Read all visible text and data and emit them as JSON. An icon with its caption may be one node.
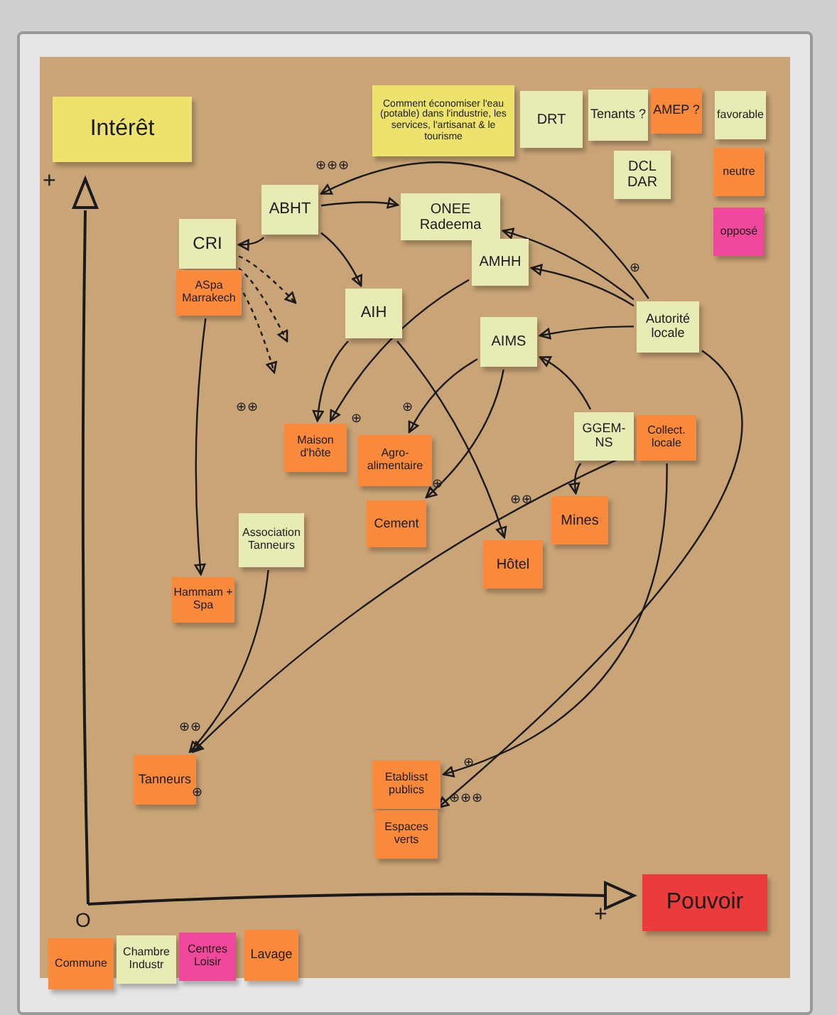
{
  "diagram": {
    "nodes": [
      {
        "text": [
          "Intérêt"
        ]
      },
      {
        "text": [
          "Comment économiser l'eau (potable) dans l'industrie, les services, l'artisanat & le tourisme"
        ]
      },
      {
        "text": [
          "DRT"
        ]
      },
      {
        "text": [
          "Tenants ?"
        ]
      },
      {
        "text": [
          "AMEP ?"
        ]
      },
      {
        "text": [
          "DCL DAR"
        ]
      },
      {
        "text": [
          "ABHT"
        ]
      },
      {
        "text": [
          "ONEE Radeema"
        ]
      },
      {
        "text": [
          "CRI"
        ]
      },
      {
        "text": [
          "ASpa Marrakech"
        ]
      },
      {
        "text": [
          "AMHH"
        ]
      },
      {
        "text": [
          "AIH"
        ]
      },
      {
        "text": [
          "Autorité locale"
        ]
      },
      {
        "text": [
          "AIMS"
        ]
      },
      {
        "text": [
          "GGEM-NS"
        ]
      },
      {
        "text": [
          "Collect. locale"
        ]
      },
      {
        "text": [
          "Maison d'hôte"
        ]
      },
      {
        "text": [
          "Agro-alimentaire"
        ]
      },
      {
        "text": [
          "Cement"
        ]
      },
      {
        "text": [
          "Mines"
        ]
      },
      {
        "text": [
          "Association Tanneurs"
        ]
      },
      {
        "text": [
          "Hôtel"
        ]
      },
      {
        "text": [
          "Hammam + Spa"
        ]
      },
      {
        "text": [
          "Tanneurs"
        ]
      },
      {
        "text": [
          "Etablisst publics"
        ]
      },
      {
        "text": [
          "Espaces verts"
        ]
      },
      {
        "text": [
          "Pouvoir"
        ]
      },
      {
        "text": [
          "Commune"
        ]
      },
      {
        "text": [
          "Chambre Industr"
        ]
      },
      {
        "text": [
          "Centres Loisir"
        ]
      },
      {
        "text": [
          "Lavage"
        ]
      }
    ],
    "edges": [
      {
        "from": 6,
        "to": 8,
        "arrow": "to"
      },
      {
        "from": 6,
        "to": 7,
        "arrow": "to"
      },
      {
        "from": 6,
        "to": 11,
        "arrow": "to"
      },
      {
        "from": 12,
        "to": 6,
        "arrow": "to"
      },
      {
        "from": 12,
        "to": 7,
        "arrow": "to"
      },
      {
        "from": 12,
        "to": 10,
        "arrow": "to"
      },
      {
        "from": 12,
        "to": 13,
        "arrow": "to"
      },
      {
        "from": 14,
        "to": 13,
        "arrow": "to"
      },
      {
        "from": 14,
        "to": 19,
        "arrow": "to"
      },
      {
        "from": 13,
        "to": 17,
        "arrow": "to"
      },
      {
        "from": 13,
        "to": 18,
        "arrow": "to"
      },
      {
        "from": 11,
        "to": 21,
        "arrow": "to"
      },
      {
        "from": 11,
        "to": 16,
        "arrow": "to"
      },
      {
        "from": 10,
        "to": 16,
        "arrow": "to"
      },
      {
        "from": 8,
        "to": null,
        "arrow": "to",
        "style": "dashed"
      },
      {
        "from": 8,
        "to": null,
        "arrow": "to",
        "style": "dashed"
      },
      {
        "from": 8,
        "to": null,
        "arrow": "to",
        "style": "dashed"
      },
      {
        "from": 9,
        "to": 22,
        "arrow": "to"
      },
      {
        "from": 20,
        "to": 23,
        "arrow": "to"
      },
      {
        "from": 15,
        "to": 23,
        "arrow": "to"
      },
      {
        "from": 15,
        "to": 24,
        "arrow": "to"
      },
      {
        "from": 12,
        "to": 25,
        "arrow": "to"
      }
    ],
    "labels": [
      "+",
      "+",
      "O",
      "⊕⊕⊕",
      "⊕",
      "⊕⊕",
      "⊕",
      "⊕",
      "⊕",
      "⊕⊕",
      "⊕⊕",
      "⊕",
      "⊕",
      "⊕⊕⊕"
    ],
    "legend": [
      {
        "text": "favorable",
        "color": "#e9ebb4"
      },
      {
        "text": "neutre",
        "color": "#f98a3c"
      },
      {
        "text": "opposé",
        "color": "#f0489a"
      }
    ]
  }
}
